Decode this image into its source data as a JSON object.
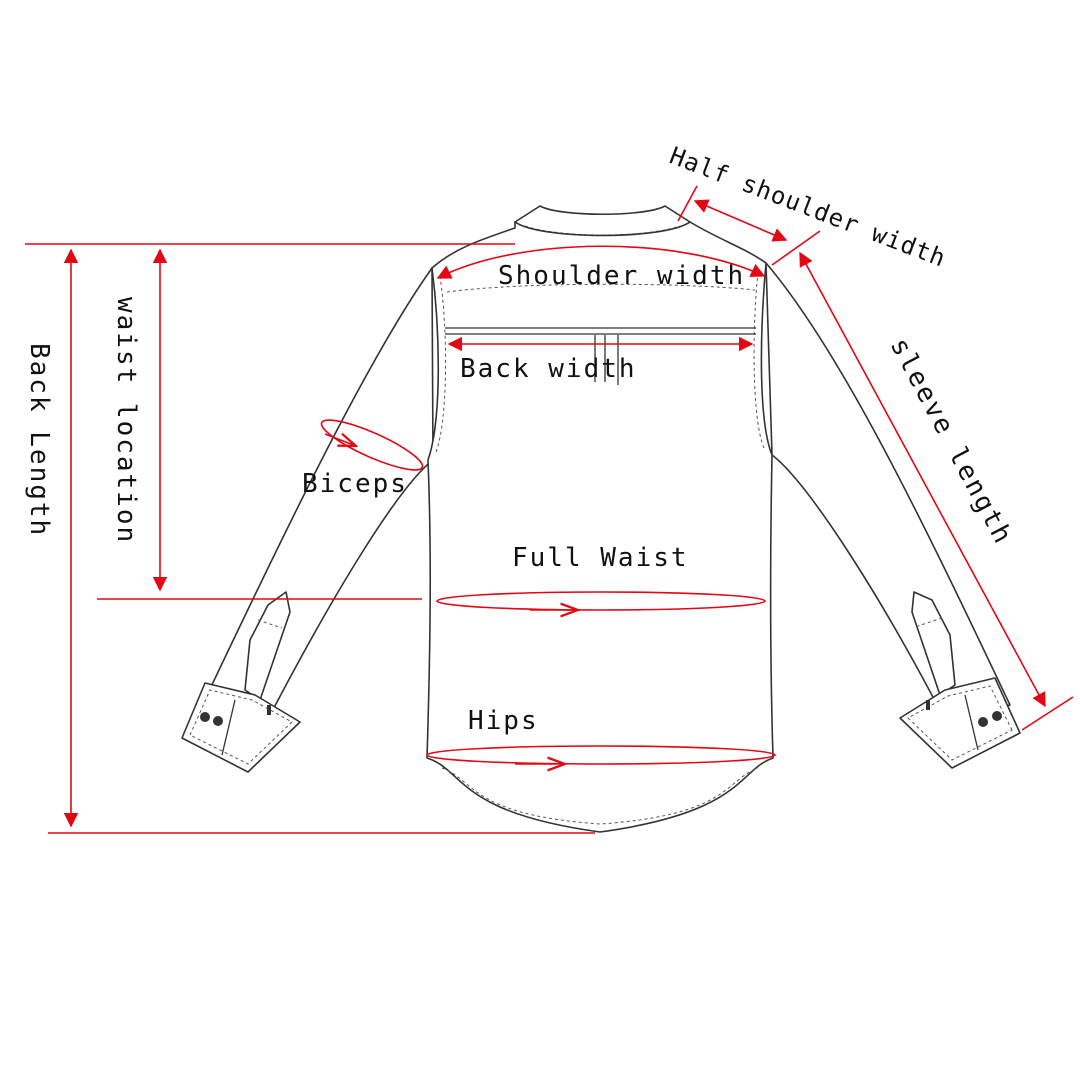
{
  "colors": {
    "measure": "#e30613",
    "outline": "#333333",
    "background": "#ffffff"
  },
  "labels": {
    "half_shoulder_width": "Half shoulder width",
    "shoulder_width": "Shoulder width",
    "back_width": "Back width",
    "sleeve_length": "sleeve length",
    "biceps": "Biceps",
    "full_waist": "Full Waist",
    "hips": "Hips",
    "waist_location": "waist location",
    "back_length": "Back Length"
  }
}
